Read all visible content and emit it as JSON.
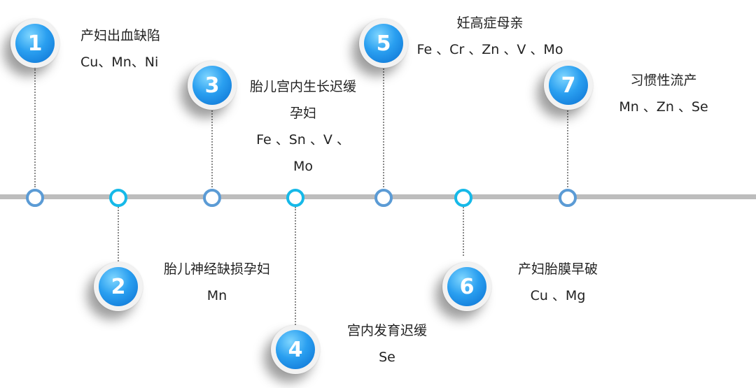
{
  "timeline": {
    "events": [
      {
        "number": "1",
        "title": "产妇出血缺陷",
        "lines": [
          "Cu、Mn、Ni"
        ]
      },
      {
        "number": "2",
        "title": "胎儿神经缺损孕妇",
        "lines": [
          "Mn"
        ]
      },
      {
        "number": "3",
        "title": "胎儿宫内生长迟缓",
        "lines": [
          "孕妇",
          "Fe 、Sn 、V 、",
          "Mo"
        ]
      },
      {
        "number": "4",
        "title": "宫内发育迟缓",
        "lines": [
          "Se"
        ]
      },
      {
        "number": "5",
        "title": "妊高症母亲",
        "lines": [
          "Fe 、Cr 、Zn 、V 、Mo"
        ]
      },
      {
        "number": "6",
        "title": "产妇胎膜早破",
        "lines": [
          "Cu 、Mg"
        ]
      },
      {
        "number": "7",
        "title": "习惯性流产",
        "lines": [
          "Mn 、Zn 、Se"
        ]
      }
    ]
  },
  "colors": {
    "badge_blue": "#1e90e8",
    "node_border_primary": "#5b9bd5",
    "node_border_alt": "#16b9e8",
    "timeline_gray": "#bdbdbd"
  }
}
